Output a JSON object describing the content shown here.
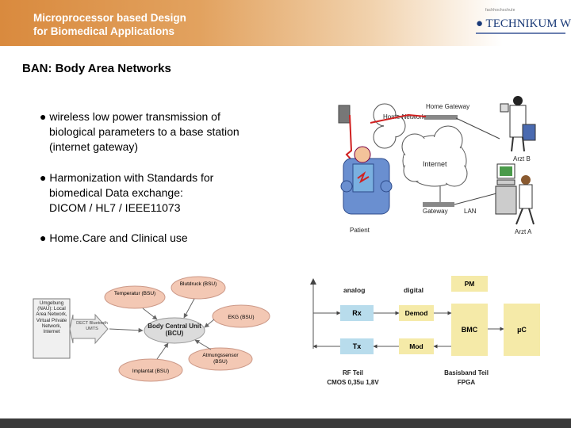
{
  "header": {
    "title_line1": "Microprocessor based Design",
    "title_line2": "for Biomedical Applications"
  },
  "logo": {
    "small_text": "fachhochschule",
    "name": "TECHNIKUM WIEN"
  },
  "slide_title": "BAN: Body Area Networks",
  "bullets": [
    {
      "lines": [
        "● wireless low power transmission of",
        "biological parameters to a base station",
        "(internet gateway)"
      ]
    },
    {
      "lines": [
        "● Harmonization with Standards for",
        "biomedical Data exchange:",
        "DICOM / HL7 / IEEE11073"
      ]
    },
    {
      "lines": [
        "● Home.Care and Clinical use"
      ]
    }
  ],
  "network_figure": {
    "home_network": "Home Network",
    "home_gateway": "Home Gateway",
    "internet": "Internet",
    "gateway": "Gateway",
    "lan": "LAN",
    "patient": "Patient",
    "arzt_b": "Arzt B",
    "arzt_a": "Arzt A"
  },
  "ban_diagram": {
    "center": "Body Central Unit (BCU)",
    "blutdruck": "Blutdruck (BSU)",
    "temperatur": "Temperatur (BSU)",
    "ekg": "EKG (BSU)",
    "atmung": "Atmungssensor (BSU)",
    "implantat": "Implantat (BSU)",
    "umgebung": "Umgebung (NAU): Local Area Network, Virtual Private Network, Internet",
    "dect": "DECT Bluetooth UMTS"
  },
  "block_diagram": {
    "analog": "analog",
    "digital": "digital",
    "pm": "PM",
    "rx": "Rx",
    "demod": "Demod",
    "tx": "Tx",
    "mod": "Mod",
    "bmc": "BMC",
    "uc": "µC",
    "rf_teil": "RF Teil",
    "rf_tech": "CMOS 0,35u 1,8V",
    "bb_teil": "Basisband Teil",
    "bb_tech": "FPGA"
  }
}
